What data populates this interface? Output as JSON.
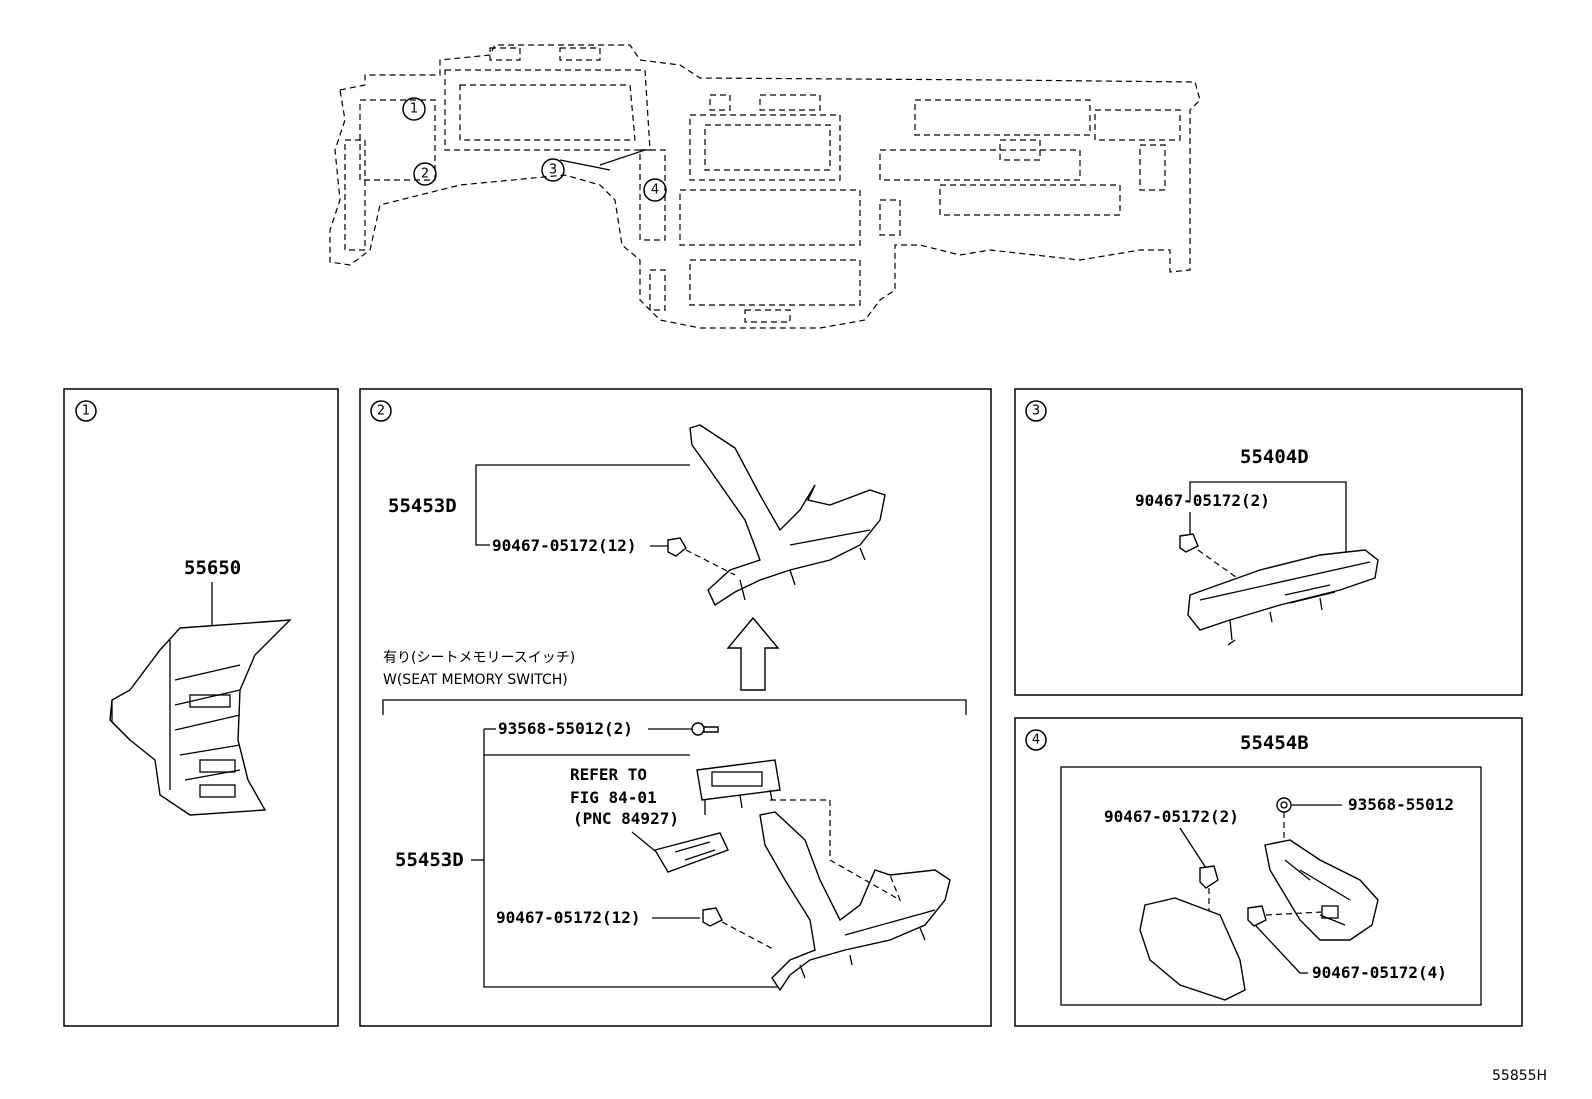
{
  "overview": {
    "callouts": [
      "1",
      "2",
      "3",
      "4"
    ]
  },
  "panels": [
    {
      "id": "1",
      "labels": {
        "part": "55650"
      }
    },
    {
      "id": "2",
      "labels": {
        "upper_assembly": "55453D",
        "upper_clip": "90467-05172(12)",
        "note_jp": "有り(シートメモリースイッチ)",
        "note_en": "W(SEAT MEMORY SWITCH)",
        "bolt": "93568-55012(2)",
        "refer_1": "REFER TO",
        "refer_2": "FIG 84-01",
        "refer_3": "(PNC 84927)",
        "lower_assembly": "55453D",
        "lower_clip": "90467-05172(12)"
      }
    },
    {
      "id": "3",
      "labels": {
        "assembly": "55404D",
        "clip": "90467-05172(2)"
      }
    },
    {
      "id": "4",
      "labels": {
        "assembly": "55454B",
        "clip_a": "90467-05172(2)",
        "screw": "93568-55012",
        "clip_b": "90467-05172(4)"
      }
    }
  ],
  "footer": {
    "illustration_id": "55855H"
  }
}
